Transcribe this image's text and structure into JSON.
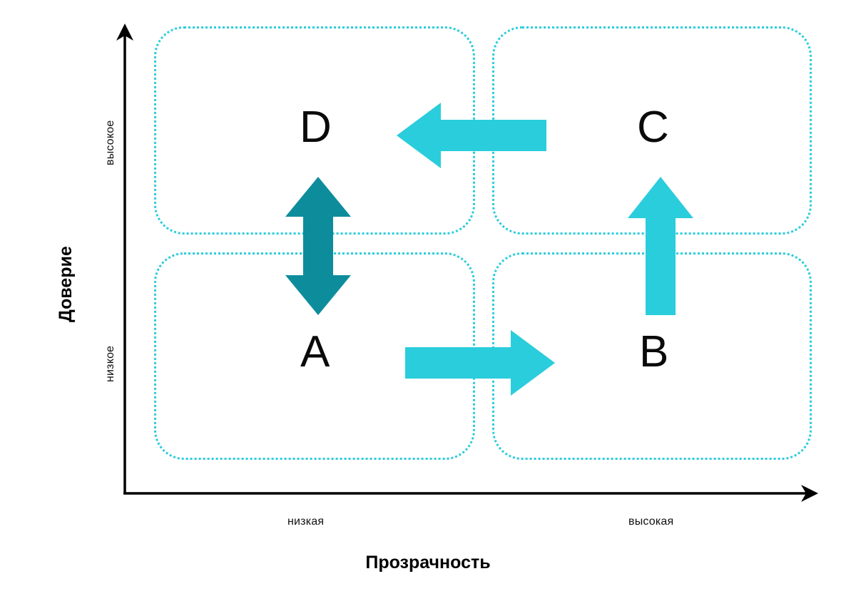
{
  "diagram": {
    "type": "2x2-matrix",
    "title_x": "Прозрачность",
    "title_y": "Доверие",
    "x_axis": {
      "label": "Прозрачность",
      "ticks": [
        "низкая",
        "высокая"
      ],
      "direction": "increasing-right"
    },
    "y_axis": {
      "label": "Доверие",
      "ticks": [
        "низкое",
        "высокое"
      ],
      "direction": "increasing-up"
    },
    "quadrants": [
      {
        "id": "D",
        "label": "D",
        "position": "top-left",
        "x": "низкая",
        "y": "высокое"
      },
      {
        "id": "C",
        "label": "C",
        "position": "top-right",
        "x": "высокая",
        "y": "высокое"
      },
      {
        "id": "A",
        "label": "A",
        "position": "bottom-left",
        "x": "низкая",
        "y": "низкое"
      },
      {
        "id": "B",
        "label": "B",
        "position": "bottom-right",
        "x": "высокая",
        "y": "низкое"
      }
    ],
    "arrows": [
      {
        "id": "a-to-b",
        "from": "A",
        "to": "B",
        "direction": "right",
        "color": "#2ACDDC"
      },
      {
        "id": "b-to-c",
        "from": "B",
        "to": "C",
        "direction": "up",
        "color": "#2ACDDC"
      },
      {
        "id": "c-to-d",
        "from": "C",
        "to": "D",
        "direction": "left",
        "color": "#2ACDDC"
      },
      {
        "id": "d-a",
        "from": "D",
        "to": "A",
        "direction": "bidirectional-vertical",
        "color": "#0D8D9C"
      }
    ],
    "colors": {
      "arrow_bright": "#2ACDDC",
      "arrow_dark": "#0D8D9C",
      "box_border": "#2ACDDC",
      "axis": "#000000",
      "text": "#000000",
      "background": "#FFFFFF"
    }
  }
}
